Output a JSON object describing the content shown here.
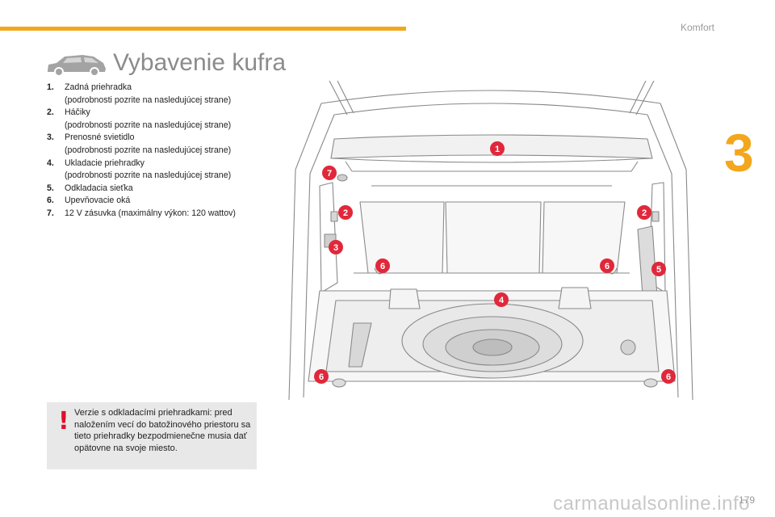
{
  "header": {
    "section": "Komfort",
    "chapter": "3"
  },
  "title": "Vybavenie kufra",
  "legend": [
    {
      "num": "1.",
      "label": "Zadná priehradka",
      "note": "(podrobnosti pozrite na nasledujúcej strane)"
    },
    {
      "num": "2.",
      "label": "Háčiky",
      "note": "(podrobnosti pozrite na nasledujúcej strane)"
    },
    {
      "num": "3.",
      "label": "Prenosné svietidlo",
      "note": "(podrobnosti pozrite na nasledujúcej strane)"
    },
    {
      "num": "4.",
      "label": "Ukladacie priehradky",
      "note": "(podrobnosti pozrite na nasledujúcej strane)"
    },
    {
      "num": "5.",
      "label": "Odkladacia sieťka",
      "note": ""
    },
    {
      "num": "6.",
      "label": "Upevňovacie oká",
      "note": ""
    },
    {
      "num": "7.",
      "label": "12 V zásuvka (maximálny výkon: 120 wattov)",
      "note": ""
    }
  ],
  "warning": {
    "icon": "exclamation-icon",
    "text": "Verzie s odkladacími priehradkami: pred naložením vecí do batožinového priestoru sa tieto priehradky bezpodmienečne musia dať opätovne na svoje miesto."
  },
  "diagram": {
    "callouts": [
      "1",
      "7",
      "2",
      "2",
      "3",
      "6",
      "6",
      "5",
      "4",
      "6",
      "6"
    ]
  },
  "footer": {
    "page_number": "179",
    "watermark": "carmanualsonline.info"
  },
  "colors": {
    "accent": "#f2a71d",
    "badge": "#e0283a",
    "warning": "#e0102a",
    "title_gray": "#8b8b8b"
  }
}
